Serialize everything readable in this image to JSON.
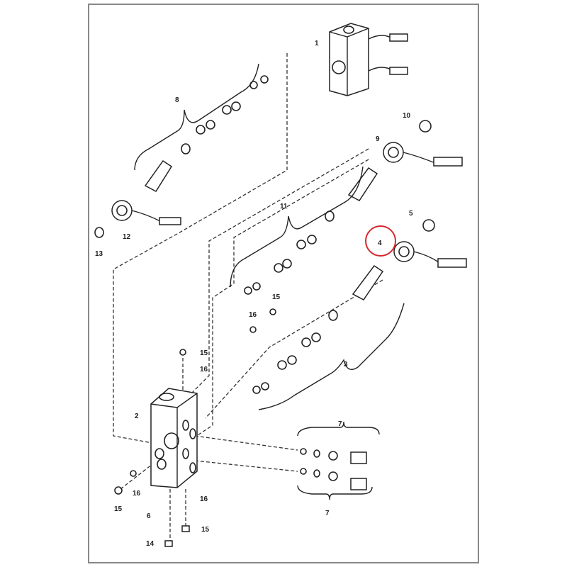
{
  "diagram": {
    "callouts": {
      "c1": "1",
      "c8": "8",
      "c10": "10",
      "c9": "9",
      "c11": "11",
      "c12": "12",
      "c13": "13",
      "c5": "5",
      "c4": "4",
      "c15a": "15",
      "c16a": "16",
      "c15b": "15",
      "c16b": "16",
      "c3": "3",
      "c2": "2",
      "c7a": "7",
      "c7b": "7",
      "c16c": "16",
      "c15c": "15",
      "c16d": "16",
      "c6": "6",
      "c15d": "15",
      "c14": "14"
    },
    "highlight_color": "#d9262b"
  }
}
